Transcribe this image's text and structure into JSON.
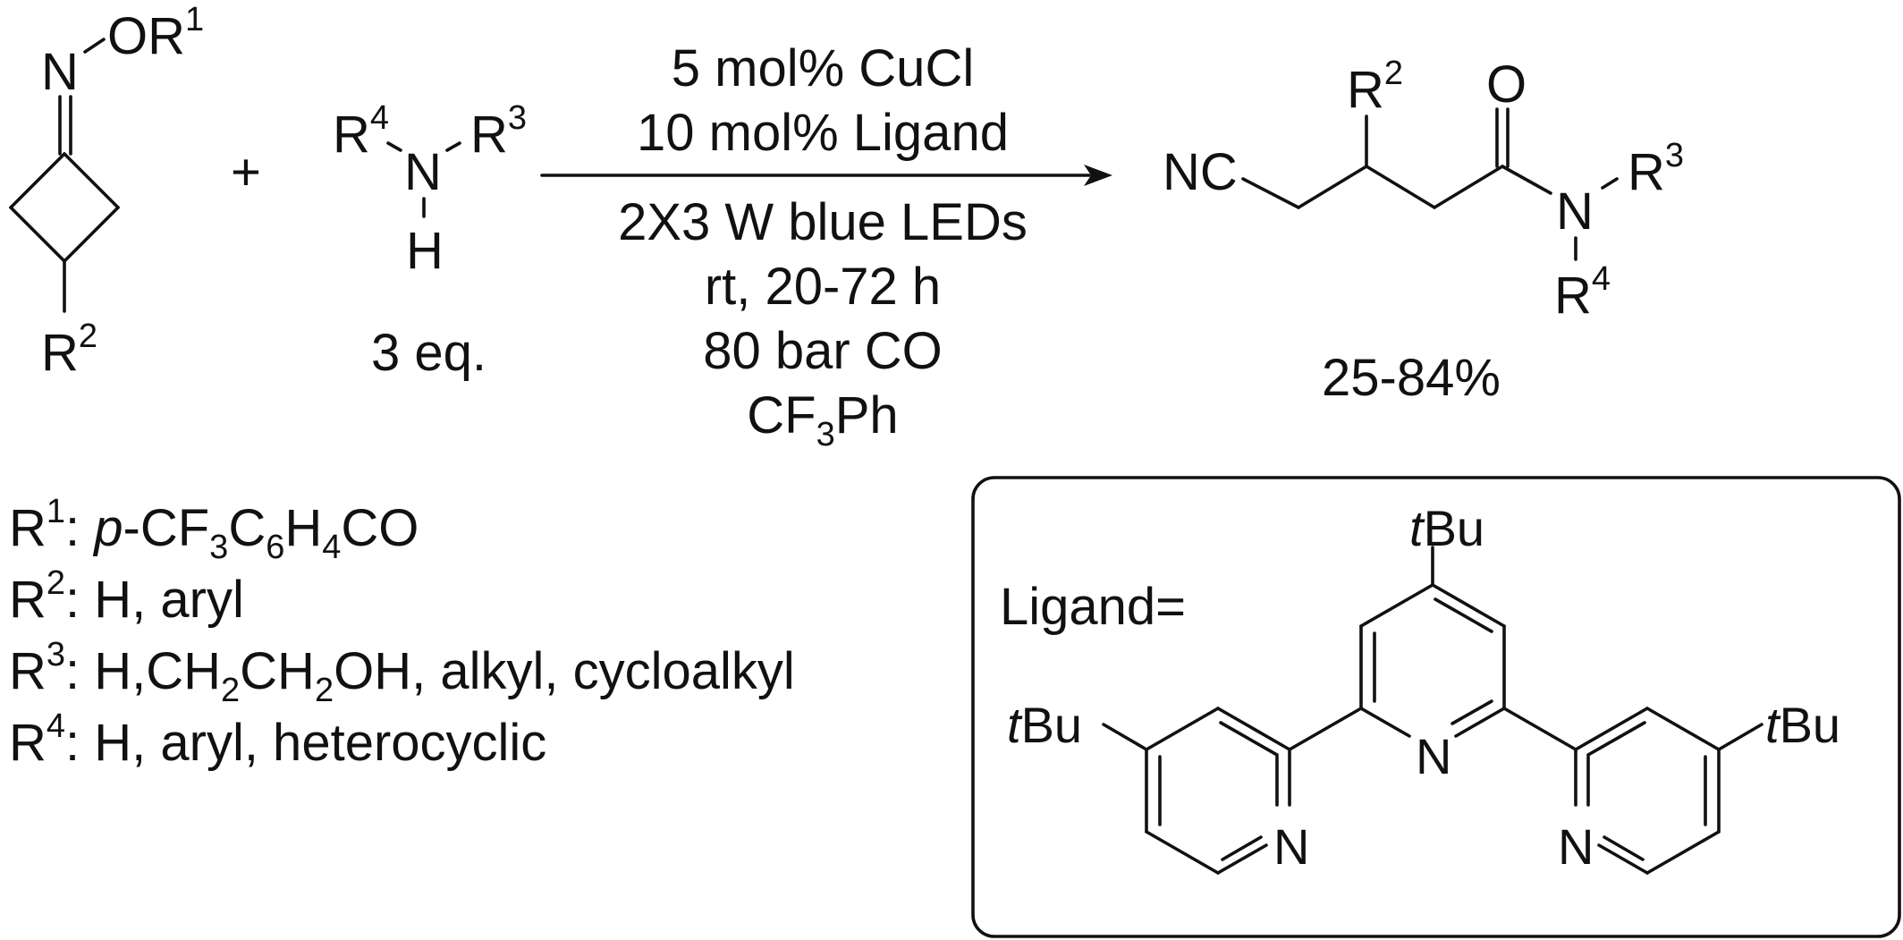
{
  "reactants": {
    "oxime": {
      "atom_n": "N",
      "atom_o": "O",
      "r_group": "R",
      "r1_sup": "1",
      "r2_base": "R",
      "r2_sup": "2"
    },
    "plus": "+",
    "amine": {
      "r4_base": "R",
      "r4_sup": "4",
      "atom_n": "N",
      "r3_base": "R",
      "r3_sup": "3",
      "atom_h": "H",
      "equiv": "3 eq."
    }
  },
  "conditions": {
    "line1": "5 mol% CuCl",
    "line2": "10 mol% Ligand",
    "line3": "2X3 W blue LEDs",
    "line4": "rt, 20-72 h",
    "line5": "80 bar CO",
    "solvent_a": "CF",
    "solvent_sub": "3",
    "solvent_b": "Ph"
  },
  "product": {
    "nitrile": "NC",
    "r2_base": "R",
    "r2_sup": "2",
    "carbonyl_o": "O",
    "amide_n": "N",
    "r3_base": "R",
    "r3_sup": "3",
    "r4_base": "R",
    "r4_sup": "4",
    "yield": "25-84%"
  },
  "substituents": [
    {
      "base": "R",
      "sup": "1",
      "parts": [
        ": ",
        "p",
        "-CF",
        "3",
        "C",
        "6",
        "H",
        "4",
        "CO"
      ]
    },
    {
      "base": "R",
      "sup": "2",
      "text": ": H, aryl"
    },
    {
      "base": "R",
      "sup": "3",
      "parts": [
        ": H,CH",
        "2",
        "CH",
        "2",
        "OH, alkyl, cycloalkyl"
      ]
    },
    {
      "base": "R",
      "sup": "4",
      "text": ": H, aryl, heterocyclic"
    }
  ],
  "ligand_box": {
    "label": "Ligand=",
    "tbu_t": "t",
    "tbu_bu": "Bu",
    "ring_n": "N"
  }
}
